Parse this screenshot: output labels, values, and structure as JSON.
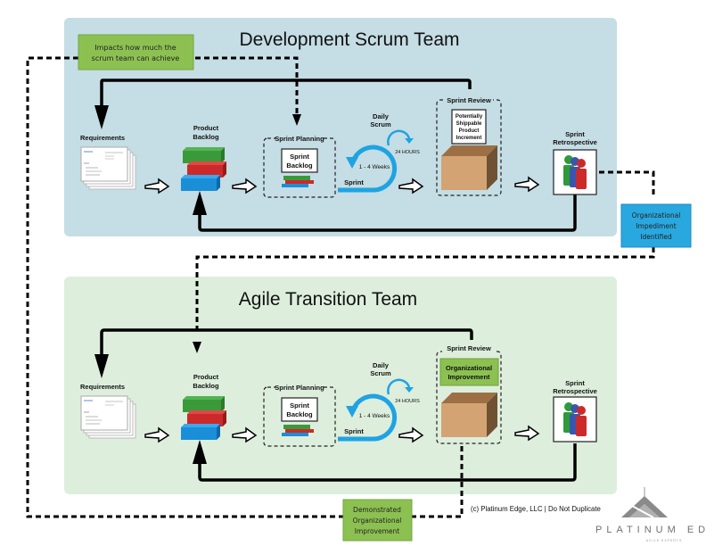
{
  "colors": {
    "dev_panel_bg": "#c5dde4",
    "transition_panel_bg": "#ddeedd",
    "note_green": "#8cc152",
    "note_blue": "#29a8e0",
    "sprint_cycle_blue": "#1fa3e2",
    "backlog_green": "#3a9a3a",
    "backlog_red": "#cc2a2a",
    "backlog_blue": "#1a8fd8",
    "box_front": "#d4a373",
    "box_top": "#9c7044",
    "box_side": "#6f5234"
  },
  "dev_team": {
    "title": "Development Scrum Team",
    "requirements_label": "Requirements",
    "product_backlog_label": [
      "Product",
      "Backlog"
    ],
    "sprint_planning_label": "Sprint Planning",
    "sprint_backlog_label": [
      "Sprint",
      "Backlog"
    ],
    "daily_scrum_label": [
      "Daily",
      "Scrum"
    ],
    "hours_label": "24 HOURS",
    "weeks_label": "1 - 4 Weeks",
    "sprint_label": "Sprint",
    "sprint_review_label": "Sprint Review",
    "increment_label": [
      "Potentially",
      "Shippable",
      "Product",
      "Increment"
    ],
    "retrospective_label": [
      "Sprint",
      "Retrospective"
    ]
  },
  "transition_team": {
    "title": "Agile Transition Team",
    "requirements_label": "Requirements",
    "product_backlog_label": [
      "Product",
      "Backlog"
    ],
    "sprint_planning_label": "Sprint Planning",
    "sprint_backlog_label": [
      "Sprint",
      "Backlog"
    ],
    "daily_scrum_label": [
      "Daily",
      "Scrum"
    ],
    "hours_label": "24 HOURS",
    "weeks_label": "1 - 4 Weeks",
    "sprint_label": "Sprint",
    "sprint_review_label": "Sprint Review",
    "improvement_label": [
      "Organizational",
      "Improvement"
    ],
    "retrospective_label": [
      "Sprint",
      "Retrospective"
    ]
  },
  "notes": {
    "impacts": [
      "Impacts how much the",
      "scrum team can achieve"
    ],
    "impediment": [
      "Organizational",
      "Impediment",
      "Identified"
    ],
    "demonstrated": [
      "Demonstrated",
      "Organizational",
      "Improvement"
    ]
  },
  "footer": {
    "copyright": "(c) Platinum Edge, LLC | Do Not Duplicate",
    "logo_name": "PLATINUM EDGE",
    "logo_tagline": "AGILE EXPERTS"
  }
}
